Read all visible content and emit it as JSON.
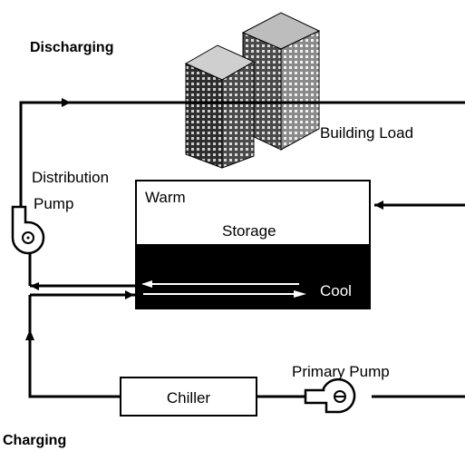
{
  "title_top": "Discharging",
  "title_bottom": "Charging",
  "building_label": "Building Load",
  "distribution_pump_label": [
    "Distribution",
    "Pump"
  ],
  "storage": {
    "warm_label": "Warm",
    "storage_label": "Storage",
    "cool_label": "Cool"
  },
  "chiller_label": "Chiller",
  "primary_pump_label": "Primary Pump",
  "colors": {
    "line": "#000000",
    "tank_cool": "#000000",
    "tank_warm": "#ffffff",
    "building_dark": "#3a3a3a",
    "building_light": "#9a9a9a"
  }
}
